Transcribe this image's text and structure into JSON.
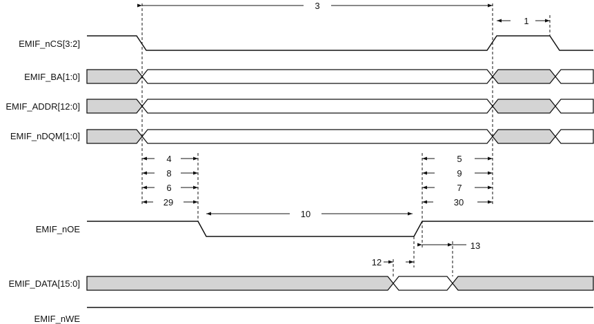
{
  "signals": [
    {
      "id": "ncs",
      "label": "EMIF_nCS[3:2]"
    },
    {
      "id": "ba",
      "label": "EMIF_BA[1:0]"
    },
    {
      "id": "addr",
      "label": "EMIF_ADDR[12:0]"
    },
    {
      "id": "ndqm",
      "label": "EMIF_nDQM[1:0]"
    },
    {
      "id": "noe",
      "label": "EMIF_nOE"
    },
    {
      "id": "data",
      "label": "EMIF_DATA[15:0]"
    },
    {
      "id": "nwe",
      "label": "EMIF_nWE"
    }
  ],
  "timing_params": {
    "t1": "1",
    "t3": "3",
    "t4": "4",
    "t8": "8",
    "t6": "6",
    "t29": "29",
    "t5": "5",
    "t9": "9",
    "t7": "7",
    "t30": "30",
    "t10": "10",
    "t12": "12",
    "t13": "13"
  },
  "colors": {
    "bus_fill": "#d4d4d4",
    "line": "#111111"
  }
}
